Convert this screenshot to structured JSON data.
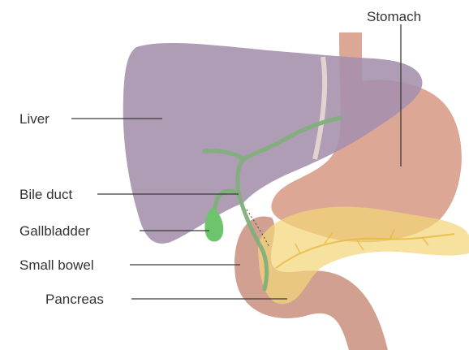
{
  "labels": {
    "stomach": "Stomach",
    "liver": "Liver",
    "bile_duct": "Bile duct",
    "gallbladder": "Gallbladder",
    "small_bowel": "Small bowel",
    "pancreas": "Pancreas"
  },
  "colors": {
    "liver": "#a691ad",
    "liver_edge": "#9a85a3",
    "stomach": "#d99f8c",
    "bowel": "#cf9b8b",
    "pancreas": "#f3d67a",
    "gallbladder": "#6cc46c",
    "bile_duct": "#7fb07a",
    "leader_line": "#3a3a3a",
    "label_text": "#333333"
  }
}
